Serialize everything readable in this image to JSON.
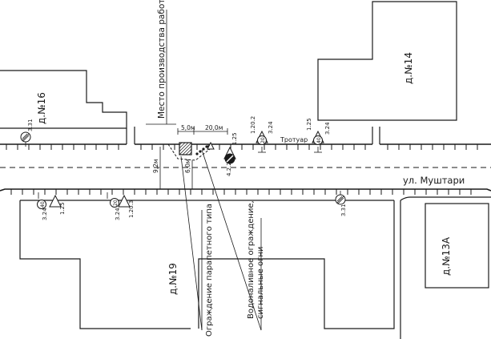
{
  "buildings": {
    "house_16": "д.№16",
    "house_14": "д.№14",
    "house_19": "д.№19",
    "house_13a": "д.№13А"
  },
  "street": {
    "name": "ул. Муштари"
  },
  "sidewalk": {
    "label": "Тротуар"
  },
  "worksite": {
    "label": "Место производства работ"
  },
  "dimensions": {
    "d1": "5,0м",
    "d2": "20,0м",
    "d3": "9,2м",
    "d4": "6,0м"
  },
  "callouts": {
    "parapet": "Ограждение парапетного типа",
    "water_line1": "Водоналивное ограждение,",
    "water_line2": "сигнальные огни"
  },
  "signs": {
    "s331_top": "3.31",
    "s1202": "1.20.2",
    "s324_top": "3.24",
    "s125_top": "1.25",
    "s324_top2": "3.24",
    "s125_small": "1.25",
    "s422": "4.2.2",
    "s125_bottom": "1.25",
    "s324_bottom": "3.24",
    "s203": "1.20.3",
    "s324_bottom2": "3.24",
    "s331_bottom": "3.31",
    "speed_20": "20",
    "speed_40": "40",
    "speed_40b": "40",
    "speed_20b": "20"
  }
}
